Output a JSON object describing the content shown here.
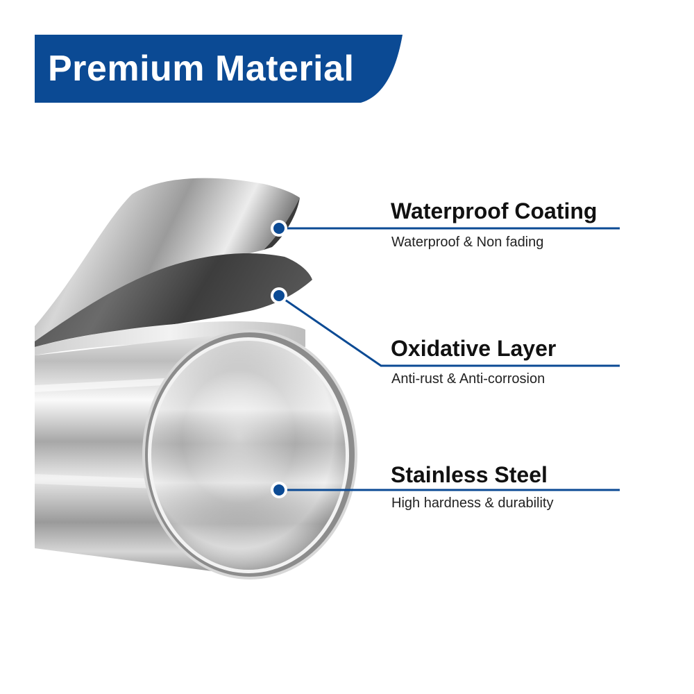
{
  "banner": {
    "title": "Premium Material"
  },
  "colors": {
    "brand": "#0b4a94",
    "line": "#0b4a94",
    "text": "#111111"
  },
  "features": [
    {
      "title": "Waterproof Coating",
      "description": "Waterproof & Non fading",
      "icon": "callout-dot-icon"
    },
    {
      "title": "Oxidative Layer",
      "description": "Anti-rust & Anti-corrosion",
      "icon": "callout-dot-icon"
    },
    {
      "title": "Stainless Steel",
      "description": "High hardness & durability",
      "icon": "callout-dot-icon"
    }
  ]
}
